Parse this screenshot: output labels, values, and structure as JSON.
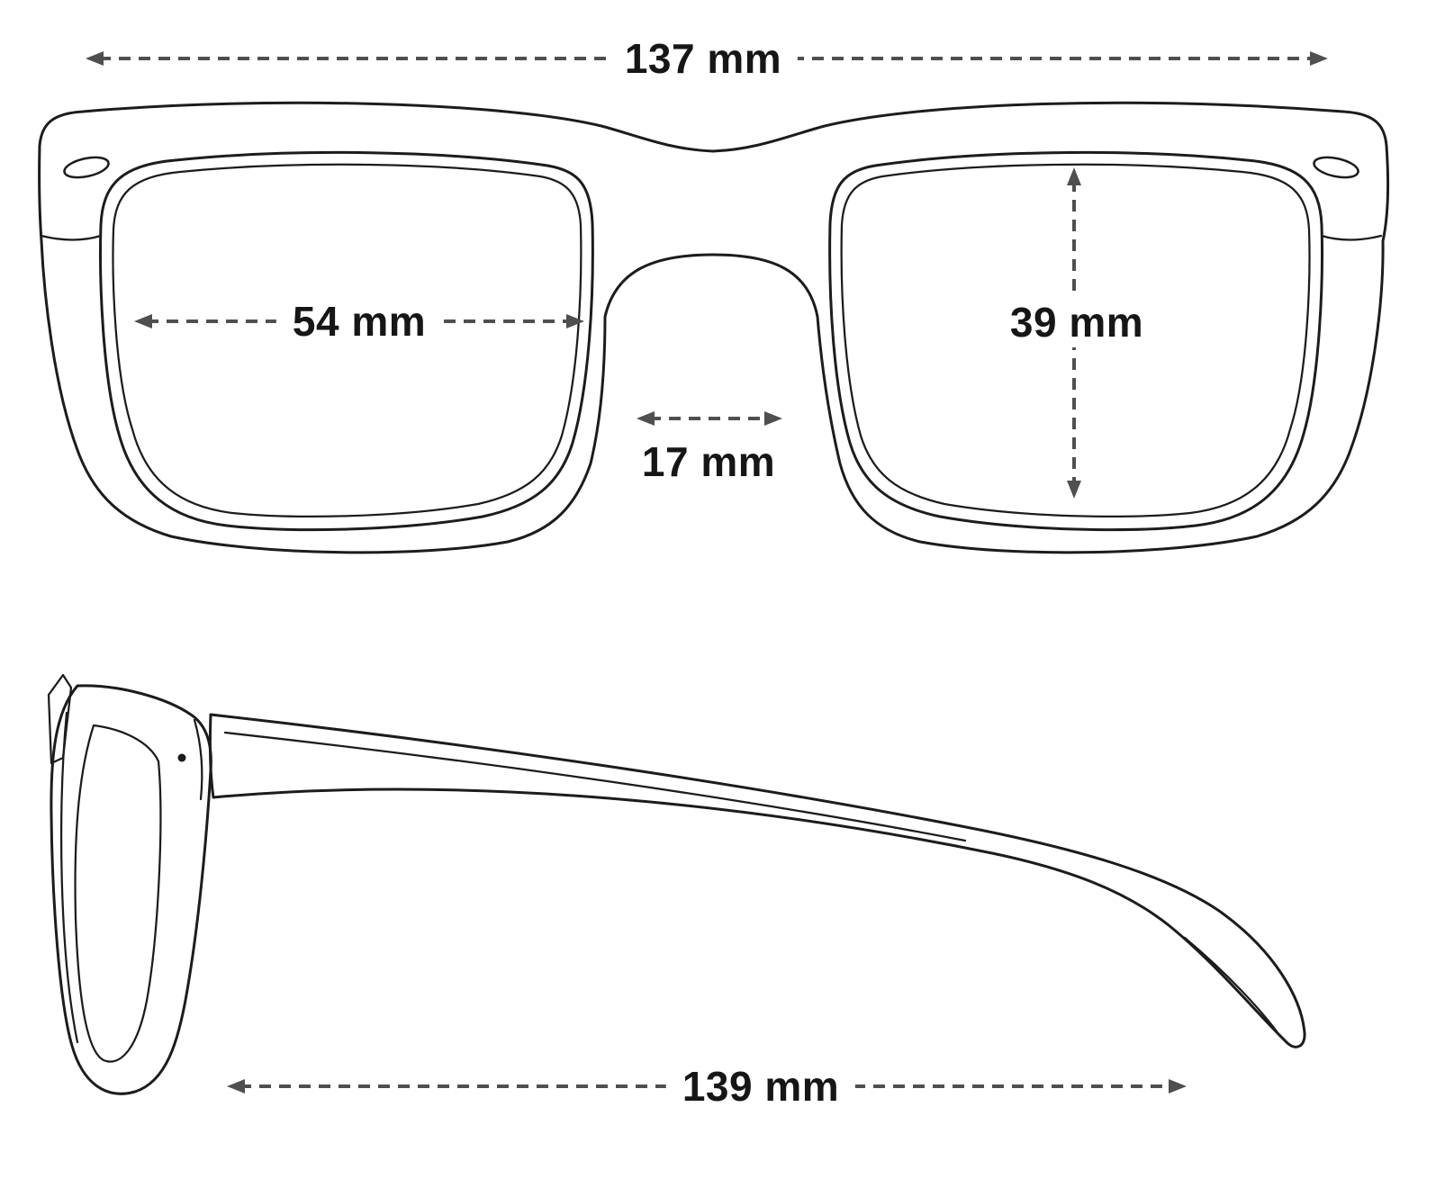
{
  "diagram": {
    "measurements": {
      "frame_width": "137 mm",
      "lens_width": "54 mm",
      "lens_height": "39 mm",
      "bridge_width": "17 mm",
      "temple_length": "139 mm"
    },
    "colors": {
      "line": "#1c1c1c",
      "arrow": "#4f4f4f",
      "text": "#161616",
      "background": "#ffffff"
    }
  }
}
